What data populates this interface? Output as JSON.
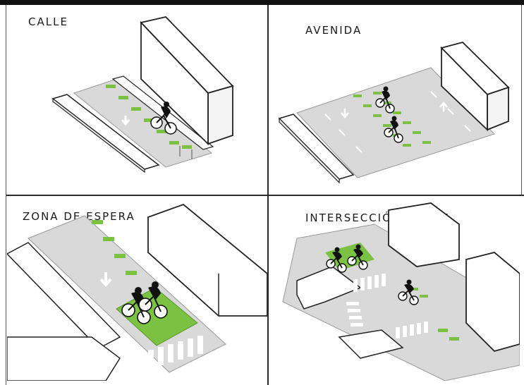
{
  "panels": [
    {
      "title": "CALLE"
    },
    {
      "title": "AVENIDA"
    },
    {
      "title": "ZONA DE ESPERA"
    },
    {
      "title": "INTERSECCIÓN CRUCE"
    }
  ],
  "colors": {
    "lane_green": "#7cc242",
    "road_gray": "#d9d9d9",
    "marking_white": "#ffffff",
    "outline": "#222222"
  }
}
